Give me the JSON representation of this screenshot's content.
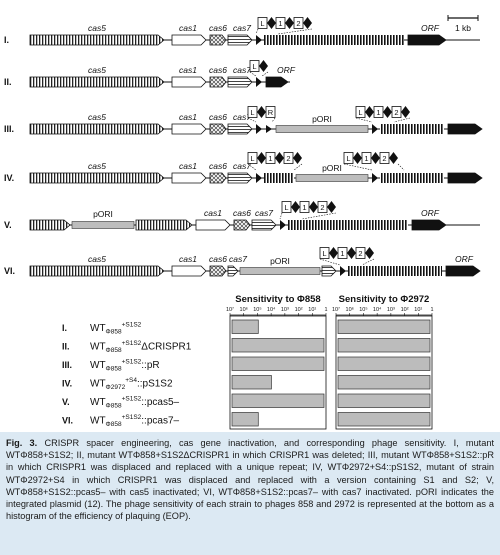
{
  "scale_bar": {
    "label": "1 kb"
  },
  "gene_labels": {
    "cas5": "cas5",
    "cas1": "cas1",
    "cas6": "cas6",
    "cas7": "cas7",
    "orf": "ORF",
    "pori": "pORI"
  },
  "box_letters": {
    "L": "L",
    "R": "R",
    "one": "1",
    "two": "2"
  },
  "rows": [
    {
      "num": "I."
    },
    {
      "num": "II."
    },
    {
      "num": "III."
    },
    {
      "num": "IV."
    },
    {
      "num": "V."
    },
    {
      "num": "VI."
    }
  ],
  "chart_data": {
    "type": "bar",
    "panels": [
      {
        "title": "Sensitivity to Φ858"
      },
      {
        "title": "Sensitivity to Φ2972"
      }
    ],
    "scale_ticks": [
      "10⁷",
      "10⁶",
      "10⁵",
      "10⁴",
      "10³",
      "10²",
      "10¹",
      "1"
    ],
    "strains": [
      {
        "num": "I.",
        "base": "WT",
        "sub": "Φ858",
        "sup": "+S1S2",
        "suffix": ""
      },
      {
        "num": "II.",
        "base": "WT",
        "sub": "Φ858",
        "sup": "+S1S2",
        "suffix": "ΔCRISPR1"
      },
      {
        "num": "III.",
        "base": "WT",
        "sub": "Φ858",
        "sup": "+S1S2",
        "suffix": "::pR"
      },
      {
        "num": "IV.",
        "base": "WT",
        "sub": "Φ2972",
        "sup": "+S4",
        "suffix": "::pS1S2"
      },
      {
        "num": "V.",
        "base": "WT",
        "sub": "Φ858",
        "sup": "+S1S2",
        "suffix": "::pcas5–"
      },
      {
        "num": "VI.",
        "base": "WT",
        "sub": "Φ858",
        "sup": "+S1S2",
        "suffix": "::pcas7–"
      }
    ],
    "eop_scale": "log10 EOP, 1 = 10^0, 10^7 = 10^7",
    "values_858": [
      -5,
      0,
      0,
      -4,
      0,
      -5
    ],
    "values_2972": [
      0,
      0,
      0,
      0,
      0,
      0
    ]
  },
  "caption": {
    "fig_label": "Fig. 3.",
    "text": "CRISPR spacer engineering, cas gene inactivation, and corresponding phage sensitivity. I, mutant WTΦ858+S1S2; II, mutant WTΦ858+S1S2ΔCRISPR1 in which CRISPR1 was deleted; III, mutant WTΦ858+S1S2::pR in which CRISPR1 was displaced and replaced with a unique repeat; IV, WTΦ2972+S4::pS1S2, mutant of strain WTΦ2972+S4 in which CRISPR1 was displaced and replaced with a version containing S1 and S2; V, WTΦ858+S1S2::pcas5– with cas5 inactivated; VI, WTΦ858+S1S2::pcas7– with cas7 inactivated. pORI indicates the integrated plasmid (12). The phage sensitivity of each strain to phages 858 and 2972 is represented at the bottom as a histogram of the efficiency of plaquing (EOP)."
  }
}
